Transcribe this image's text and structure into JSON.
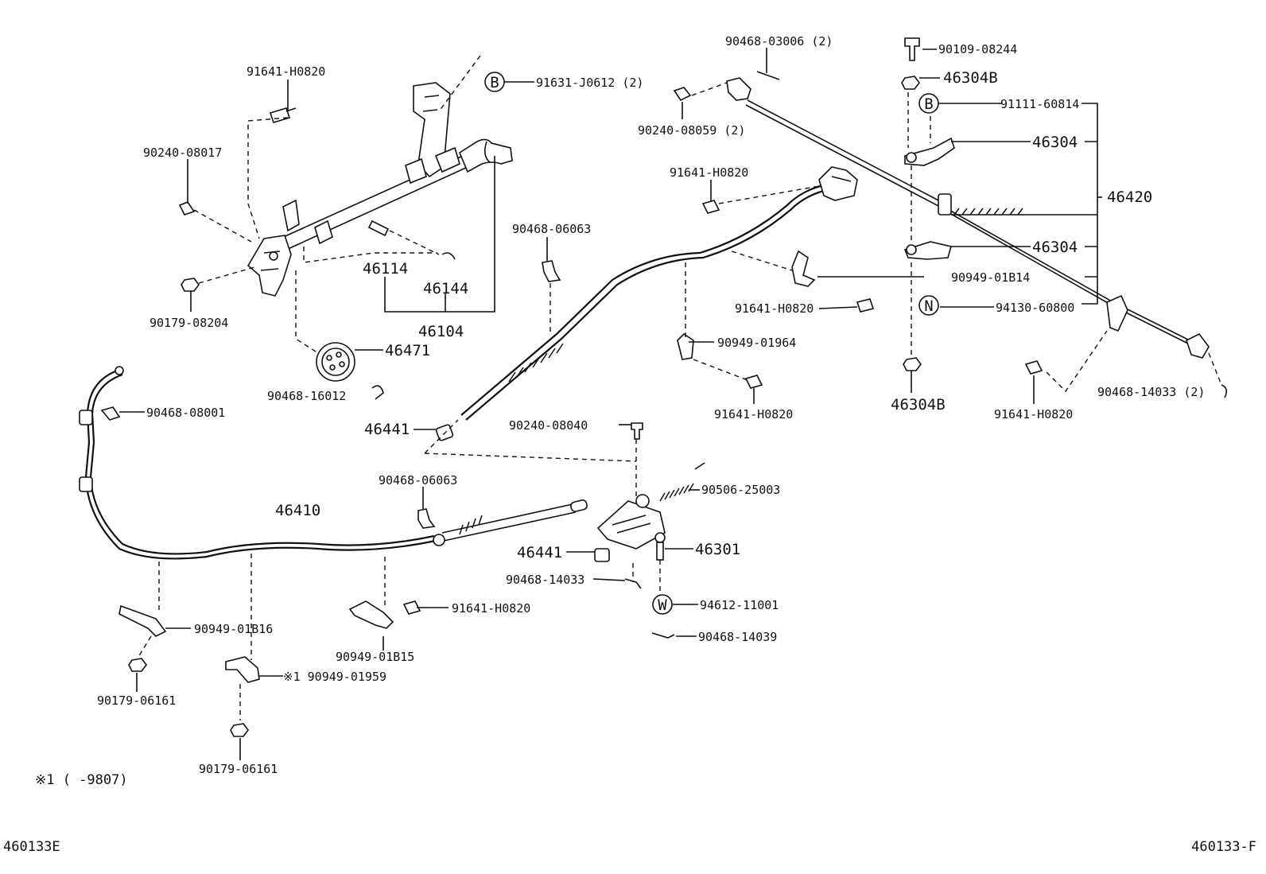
{
  "diagram": {
    "labels": {
      "l_91641_top": "91641-H0820",
      "l_91631": "91631-J0612 (2)",
      "l_90240_08017": "90240-08017",
      "l_90179_08204": "90179-08204",
      "l_46114": "46114",
      "l_46144": "46144",
      "l_46104": "46104",
      "l_46471": "46471",
      "l_90468_16012": "90468-16012",
      "l_90468_08001": "90468-08001",
      "l_90468_06063_a": "90468-06063",
      "l_46441_a": "46441",
      "l_90468_03006": "90468-03006 (2)",
      "l_90240_08059": "90240-08059 (2)",
      "l_91641_mid": "91641-H0820",
      "l_91641_right1": "91641-H0820",
      "l_90949_01964": "90949-01964",
      "l_91641_right2": "91641-H0820",
      "l_90109_08244": "90109-08244",
      "l_46304B_top": "46304B",
      "l_91111_60814": "91111-60814",
      "l_46304_a": "46304",
      "l_46420": "46420",
      "l_46304_b": "46304",
      "l_90949_01B14": "90949-01B14",
      "l_94130_60800": "94130-60800",
      "l_46304B_bot": "46304B",
      "l_91641_right3": "91641-H0820",
      "l_90468_14033_b": "90468-14033 (2)",
      "l_90240_08040": "90240-08040",
      "l_90468_06063_b": "90468-06063",
      "l_90506_25003": "90506-25003",
      "l_46410": "46410",
      "l_46441_b": "46441",
      "l_46301": "46301",
      "l_90468_14033_a": "90468-14033",
      "l_94612_11001": "94612-11001",
      "l_90468_14039": "90468-14039",
      "l_91641_low": "91641-H0820",
      "l_90949_01B16": "90949-01B16",
      "l_90949_01B15": "90949-01B15",
      "l_90949_01959": "※1 90949-01959",
      "l_90179_06161_a": "90179-06161",
      "l_90179_06161_b": "90179-06161"
    },
    "callouts": {
      "c_B_left": "B",
      "c_B_right": "B",
      "c_N": "N",
      "c_W": "W"
    },
    "footnote": "※1 (     -9807)",
    "code_left": "460133E",
    "code_right": "460133-F"
  }
}
